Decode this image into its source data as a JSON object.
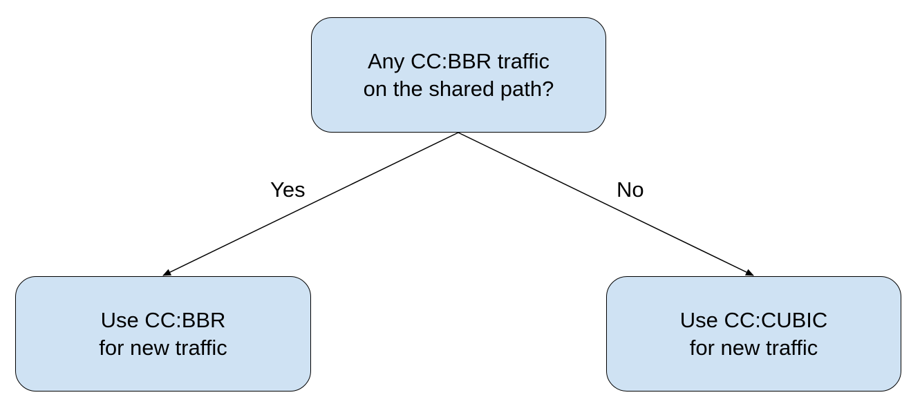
{
  "diagram": {
    "root": {
      "lines": [
        "Any CC:BBR traffic",
        "on the shared path?"
      ]
    },
    "branches": {
      "yes": {
        "edge_label": "Yes",
        "lines": [
          "Use CC:BBR",
          "for new traffic"
        ]
      },
      "no": {
        "edge_label": "No",
        "lines": [
          "Use CC:CUBIC",
          "for new traffic"
        ]
      }
    },
    "colors": {
      "node_fill": "#cfe2f3",
      "stroke": "#000000",
      "background": "#ffffff"
    }
  }
}
